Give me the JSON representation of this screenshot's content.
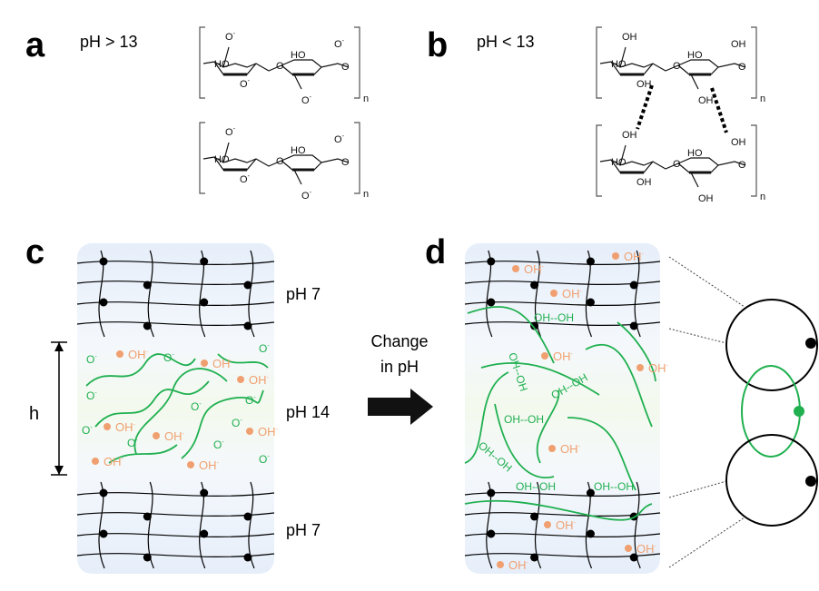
{
  "panels": {
    "a": {
      "label": "a",
      "condition": "pH > 13"
    },
    "b": {
      "label": "b",
      "condition": "pH < 13"
    },
    "c": {
      "label": "c",
      "layer_top": "pH 7",
      "layer_middle": "pH 14",
      "layer_bottom": "pH 7",
      "thickness_label": "h"
    },
    "d": {
      "label": "d"
    }
  },
  "arrow": {
    "line1": "Change",
    "line2": "in pH"
  },
  "chem": {
    "o_minus": "O",
    "ho": "HO",
    "oh": "OH",
    "o": "O",
    "n": "n",
    "minus": "-"
  },
  "species": {
    "hydroxide": "OH",
    "alkoxide": "O",
    "minus": "-",
    "hbond": "OH--OH"
  },
  "colors": {
    "network": "#000000",
    "chains": "#20b050",
    "ions": "#f0a070"
  }
}
